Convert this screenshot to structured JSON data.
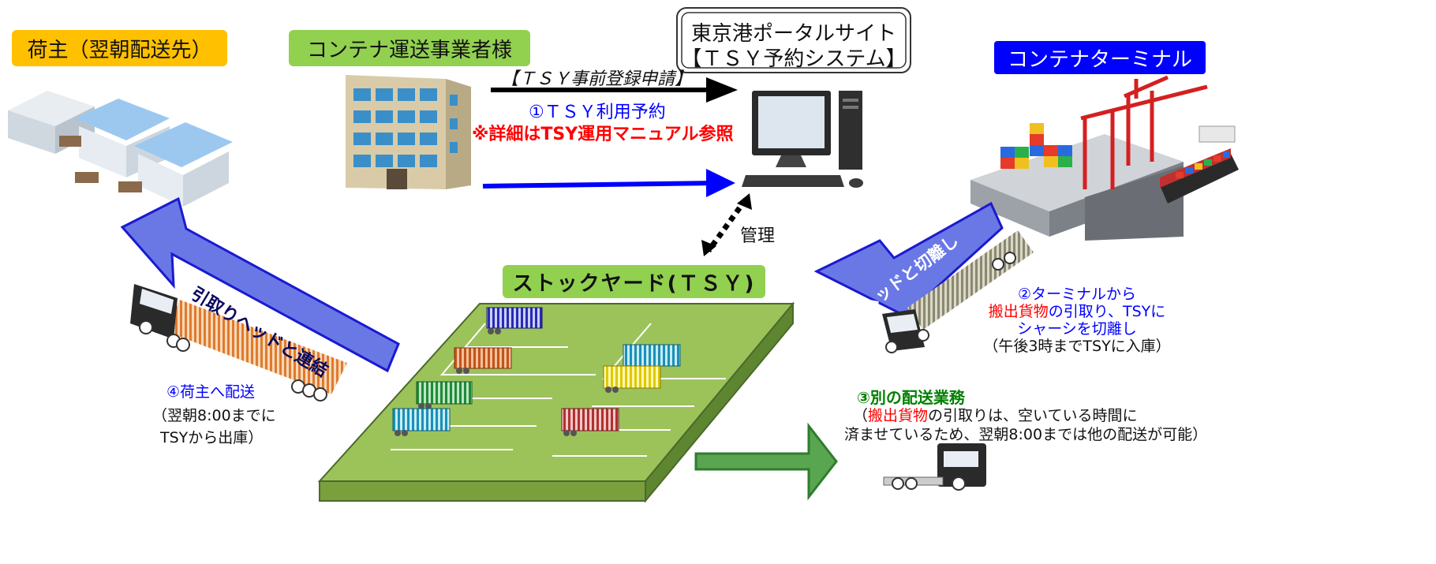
{
  "labels": {
    "shipper": "荷主（翌朝配送先）",
    "carrier": "コンテナ運送事業者様",
    "portal_line1": "東京港ポータルサイト",
    "portal_line2": "【ＴＳＹ予約システム】",
    "terminal": "コンテナターミナル",
    "stockyard": "ストックヤード(ＴＳＹ)"
  },
  "arrows": {
    "preregister": "【ＴＳＹ事前登録申請】",
    "reserve": "①ＴＳＹ利用予約",
    "manual_note": "※詳細はTSY運用マニュアル参照",
    "manage": "管理",
    "pickup_connect": "引取りヘッドと連結",
    "head_detach": "ヘッドと切離し"
  },
  "steps": {
    "step2_title": "②ターミナルから",
    "step2_red": "搬出貨物",
    "step2_mid": "の引取り、TSYに",
    "step2_line3": "シャーシを切離し",
    "step2_note": "（午後3時までTSYに入庫）",
    "step3_title": "③別の配送業務",
    "step3_open": "（",
    "step3_red": "搬出貨物",
    "step3_rest": "の引取りは、空いている時間に",
    "step3_line2": "済ませているため、翌朝8:00までは他の配送が可能）",
    "step4_title": "④荷主へ配送",
    "step4_line1": "（翌朝8:00までに",
    "step4_line2": "TSYから出庫）"
  },
  "colors": {
    "shipper_tag": "#ffc000",
    "carrier_tag": "#92d050",
    "terminal_tag": "#0000ff",
    "stockyard_tag": "#92d050",
    "blue_text": "#0000ff",
    "red_text": "#ff0000",
    "green_text": "#008000",
    "big_arrow": "#6a78e6",
    "green_arrow": "#5aa550"
  },
  "icons": [
    "warehouse-illustration",
    "office-building-illustration",
    "desktop-computer-illustration",
    "container-port-illustration",
    "trailer-truck-illustration",
    "stockyard-platform-illustration"
  ]
}
